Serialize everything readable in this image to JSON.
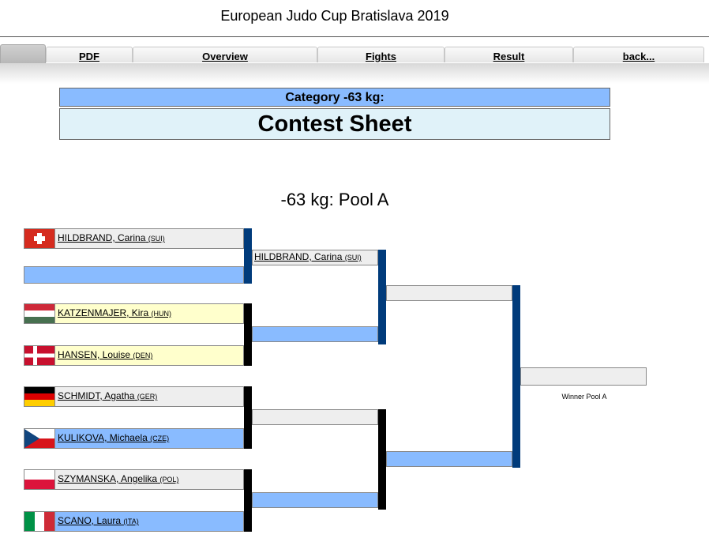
{
  "header": {
    "title": "European Judo Cup Bratislava 2019"
  },
  "tabs": [
    {
      "label": ""
    },
    {
      "label": "PDF"
    },
    {
      "label": "Overview"
    },
    {
      "label": "Fights"
    },
    {
      "label": "Result"
    },
    {
      "label": "back..."
    }
  ],
  "category": {
    "label": "Category -63 kg:",
    "sheet_title": "Contest Sheet"
  },
  "pool": {
    "title": "-63 kg: Pool A",
    "winner_label": "Winner Pool A"
  },
  "athletes": [
    {
      "name": "HILDBRAND, Carina",
      "nation": "(SUI)",
      "flag": "sui-flag-icon"
    },
    {
      "name": "",
      "nation": "",
      "flag": ""
    },
    {
      "name": "KATZENMAJER, Kira",
      "nation": "(HUN)",
      "flag": "hun-flag-icon"
    },
    {
      "name": "HANSEN, Louise",
      "nation": "(DEN)",
      "flag": "den-flag-icon"
    },
    {
      "name": "SCHMIDT, Agatha",
      "nation": "(GER)",
      "flag": "ger-flag-icon"
    },
    {
      "name": "KULIKOVA, Michaela",
      "nation": "(CZE)",
      "flag": "cze-flag-icon"
    },
    {
      "name": "SZYMANSKA, Angelika",
      "nation": "(POL)",
      "flag": "pol-flag-icon"
    },
    {
      "name": "SCANO, Laura",
      "nation": "(ITA)",
      "flag": "ita-flag-icon"
    }
  ],
  "round2": [
    {
      "name": "HILDBRAND, Carina",
      "nation": "(SUI)"
    },
    {
      "name": "",
      "nation": ""
    },
    {
      "name": "",
      "nation": ""
    },
    {
      "name": "",
      "nation": ""
    }
  ],
  "colors": {
    "category_blue": "#89bbff",
    "bracket_navy": "#003b7b",
    "sheet_bg": "#e0f2f9"
  }
}
